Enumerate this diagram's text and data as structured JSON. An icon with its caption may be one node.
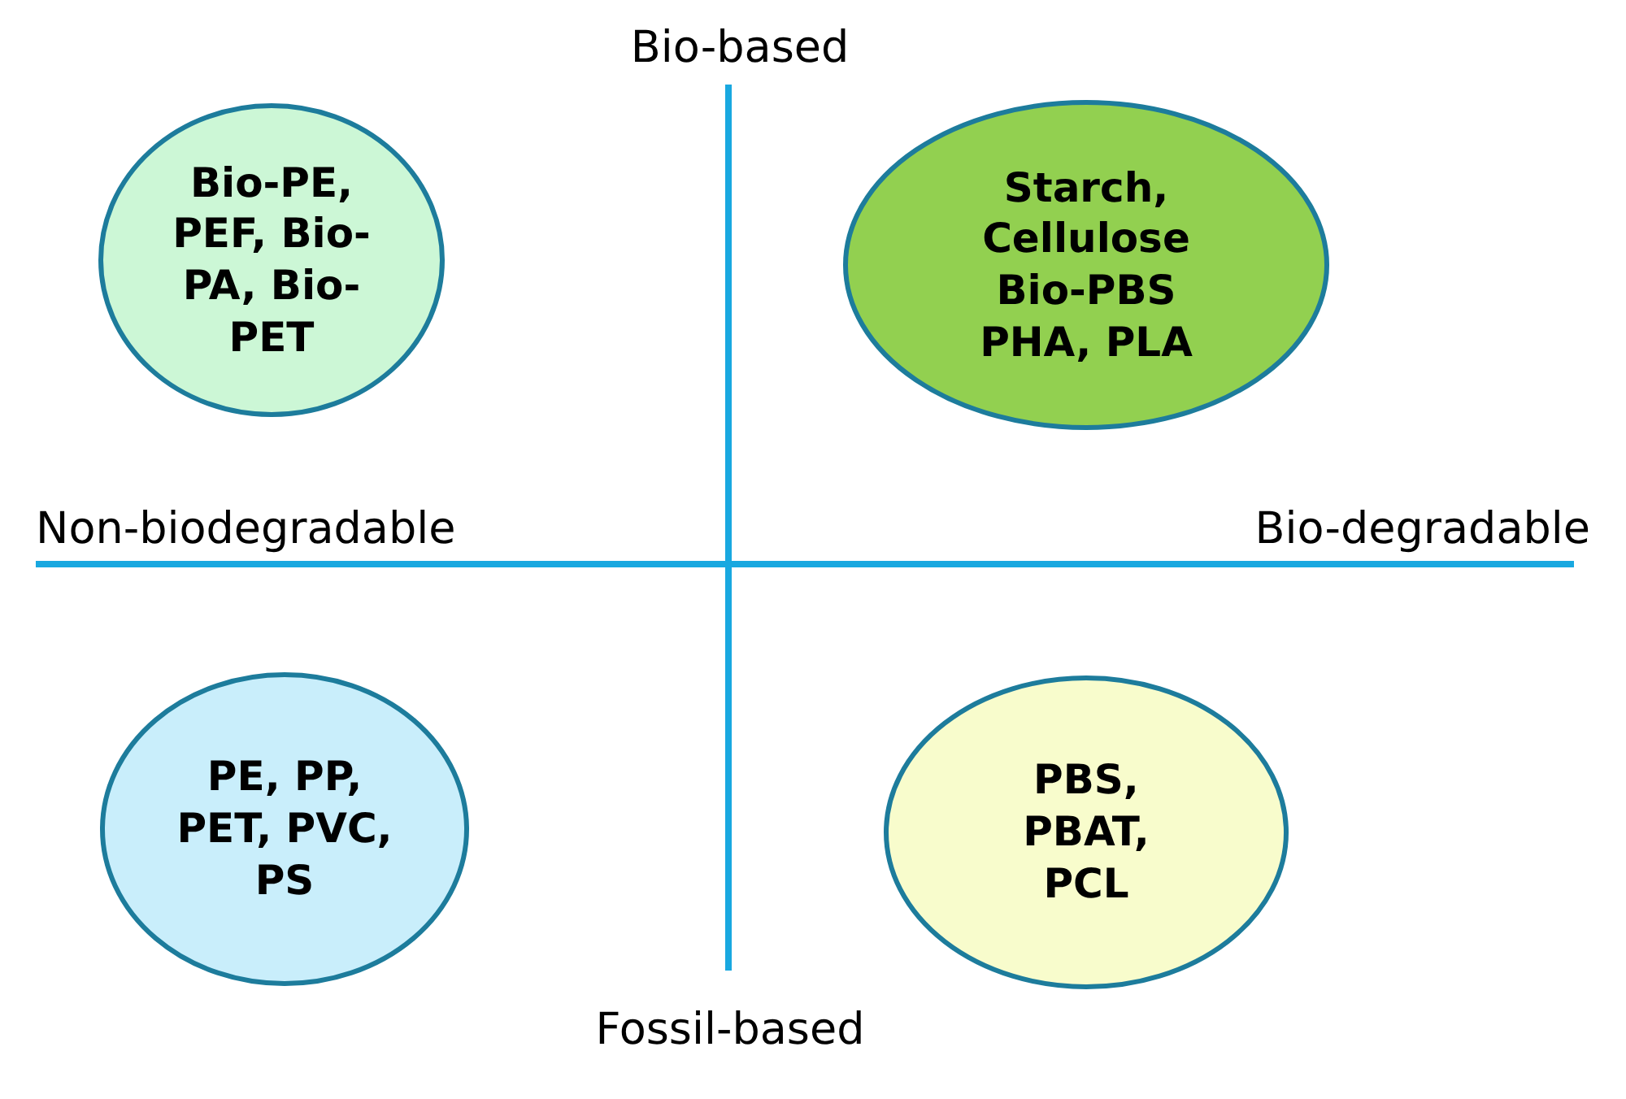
{
  "diagram": {
    "nodes": [
      {
        "text": [
          "Bio-PE, PEF, Bio-PA, Bio- PET"
        ]
      },
      {
        "text": [
          "Starch, Cellulose Bio-PBS PHA, PLA"
        ]
      },
      {
        "text": [
          "PE, PP, PET, PVC, PS"
        ]
      },
      {
        "text": [
          "PBS, PBAT, PCL"
        ]
      }
    ],
    "labels": [
      "Bio-based",
      "Non-biodegradable",
      "Bio-degradable",
      "Fossil-based"
    ]
  }
}
